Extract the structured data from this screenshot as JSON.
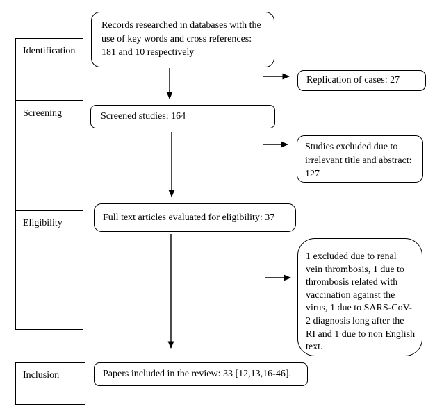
{
  "diagram": {
    "stages": [
      {
        "label": "Identification"
      },
      {
        "label": "Screening"
      },
      {
        "label": "Eligibility"
      },
      {
        "label": "Inclusion"
      }
    ],
    "flow": {
      "records": "Records researched in databases with the use of key words and cross references: 181 and 10 respectively",
      "screened": "Screened studies: 164",
      "fulltext": "Full text articles evaluated for eligibility: 37",
      "included": "Papers included in the review: 33 [12,13,16-46]."
    },
    "exclusions": {
      "replication": "Replication of cases: 27",
      "title_abstract": "Studies excluded due to irrelevant title and abstract: 127",
      "fulltext_reasons": "1 excluded due to renal vein thrombosis, 1 due to thrombosis related with vaccination against the virus, 1 due to SARS-CoV-2 diagnosis long after the RI and 1 due to non English text."
    },
    "colors": {
      "border": "#000000",
      "background": "#ffffff",
      "text": "#000000"
    }
  }
}
